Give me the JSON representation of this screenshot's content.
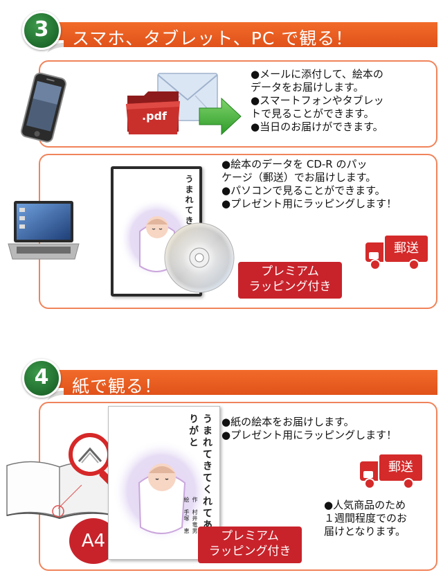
{
  "section3": {
    "number": "3",
    "title": "スマホ、タブレット、PC で観る！",
    "digital_bullets": [
      "●メールに添付して、絵本の",
      "データをお届けします。",
      "●スマートフォンやタブレッ",
      "トで見ることができます。",
      "●当日のお届けができます。"
    ],
    "pdf_label": ".pdf",
    "cd_bullets": [
      "●絵本のデータを CD-R のパッ",
      "ケージ（郵送）でお届けします。",
      "●パソコンで見ることができます。",
      "●プレゼント用にラッピングします！"
    ],
    "shipping_label": "郵送",
    "premium_label_line1": "プレミアム",
    "premium_label_line2": "ラッピング付き",
    "book_spine_text": "うまれてきてくれ"
  },
  "section4": {
    "number": "4",
    "title": "紙で観る！",
    "paper_bullets": [
      "●紙の絵本をお届けします。",
      "●プレゼント用にラッピングします！"
    ],
    "shipping_label": "郵送",
    "size_label": "A4",
    "premium_label_line1": "プレミアム",
    "premium_label_line2": "ラッピング付き",
    "book_title_text": "うまれてきてくれてありがと",
    "book_credit_line1": "作　村井竜男",
    "book_credit_line2": "絵　手塚　恵",
    "notice_lines": [
      "●人気商品のため",
      "１週間程度でのお",
      "届けとなります。"
    ]
  },
  "colors": {
    "header_orange": "#e9591f",
    "badge_green": "#1f6b2d",
    "card_border": "#f0835a",
    "label_red": "#c8232b"
  }
}
